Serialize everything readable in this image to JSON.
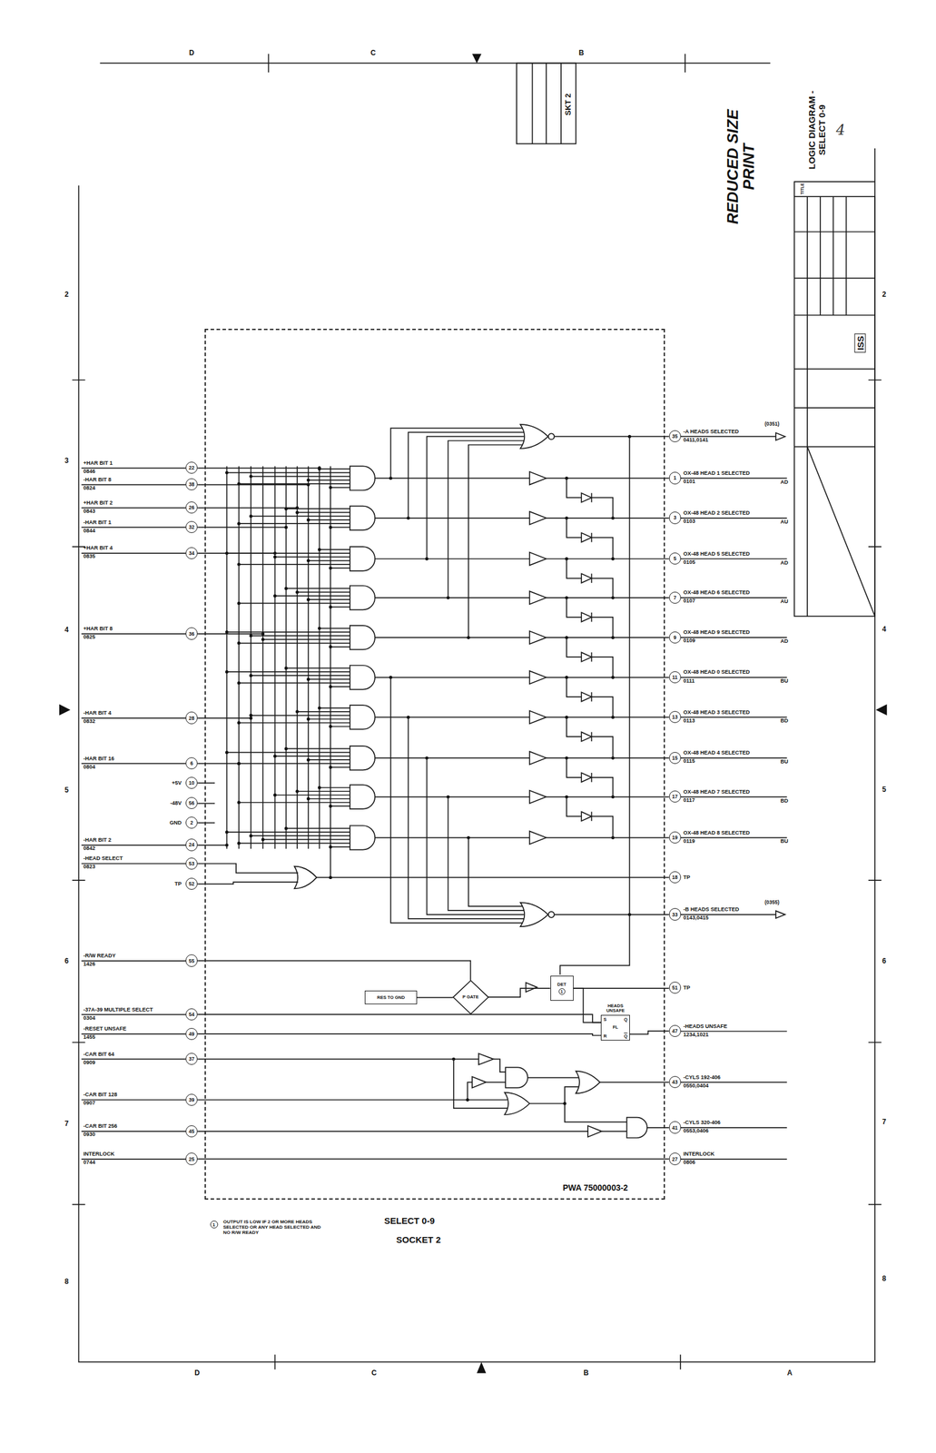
{
  "diagram": {
    "nodes": [
      {
        "text": [
          "PWA 75000003-2"
        ]
      },
      {
        "text": [
          "22"
        ]
      },
      {
        "text": [
          "38"
        ]
      },
      {
        "text": [
          "26"
        ]
      },
      {
        "text": [
          "32"
        ]
      },
      {
        "text": [
          "34"
        ]
      },
      {
        "text": [
          "36"
        ]
      },
      {
        "text": [
          "28"
        ]
      },
      {
        "text": [
          "6"
        ]
      },
      {
        "text": [
          "10"
        ]
      },
      {
        "text": [
          "56"
        ]
      },
      {
        "text": [
          "2"
        ]
      },
      {
        "text": [
          "24"
        ]
      },
      {
        "text": [
          "53"
        ]
      },
      {
        "text": [
          "52"
        ]
      },
      {
        "text": [
          "55"
        ]
      },
      {
        "text": [
          "54"
        ]
      },
      {
        "text": [
          "49"
        ]
      },
      {
        "text": [
          "37"
        ]
      },
      {
        "text": [
          "39"
        ]
      },
      {
        "text": [
          "45"
        ]
      },
      {
        "text": [
          "25"
        ]
      },
      {
        "text": [
          "35"
        ]
      },
      {
        "text": [
          "1"
        ]
      },
      {
        "text": [
          "3"
        ]
      },
      {
        "text": [
          "5"
        ]
      },
      {
        "text": [
          "7"
        ]
      },
      {
        "text": [
          "9"
        ]
      },
      {
        "text": [
          "11"
        ]
      },
      {
        "text": [
          "13"
        ]
      },
      {
        "text": [
          "15"
        ]
      },
      {
        "text": [
          "17"
        ]
      },
      {
        "text": [
          "19"
        ]
      },
      {
        "text": [
          "18"
        ]
      },
      {
        "text": [
          "33"
        ]
      },
      {
        "text": [
          "51"
        ]
      },
      {
        "text": [
          "47"
        ]
      },
      {
        "text": [
          "43"
        ]
      },
      {
        "text": [
          "41"
        ]
      },
      {
        "text": [
          "27"
        ]
      },
      {
        "text": [
          "RES TO GND"
        ],
        "in": 0
      },
      {
        "text": [
          "P GATE"
        ],
        "in": 0
      },
      {
        "text": [
          "DET",
          "1"
        ],
        "in": 0
      },
      {
        "text": [
          "HEADS UNSAFE",
          "S",
          "FL",
          "R",
          "Q",
          "Q"
        ],
        "in": 0
      }
    ],
    "edges": [
      {
        "from": 21,
        "to": 39,
        "arrow": "none"
      },
      {
        "from": 15,
        "to": 41,
        "arrow": "none"
      },
      {
        "from": 40,
        "to": 41,
        "arrow": "none"
      },
      {
        "from": 41,
        "to": 42,
        "arrow": "none"
      },
      {
        "from": 42,
        "to": 35,
        "arrow": "none"
      },
      {
        "from": 42,
        "to": 43,
        "arrow": "none"
      },
      {
        "from": 16,
        "to": 43,
        "arrow": "none"
      },
      {
        "from": 17,
        "to": 43,
        "arrow": "none"
      },
      {
        "from": 43,
        "to": 36,
        "arrow": "none"
      }
    ],
    "labels": [
      "+HAR BIT 1",
      "0846",
      "-HAR BIT 8",
      "0824",
      "+HAR BIT 2",
      "0843",
      "-HAR BIT 1",
      "0844",
      "+HAR BIT 4",
      "0835",
      "+HAR BIT 8",
      "0825",
      "-HAR BIT 4",
      "0832",
      "-HAR BIT 16",
      "0804",
      "+5V",
      "-48V",
      "GND",
      "-HAR BIT 2",
      "0842",
      "-HEAD SELECT",
      "0823",
      "TP",
      "-R/W READY",
      "1426",
      "-37A-39 MULTIPLE SELECT",
      "0304",
      "-RESET UNSAFE",
      "1455",
      "-CAR BIT 64",
      "0909",
      "-CAR BIT 128",
      "0907",
      "-CAR BIT 256",
      "0930",
      "INTERLOCK",
      "0744",
      "-A HEADS SELECTED",
      "0411,0141",
      "(0351)",
      "OX-48 HEAD 1 SELECTED",
      "0101",
      "AD",
      "OX-48 HEAD 2 SELECTED",
      "0103",
      "AU",
      "OX-48 HEAD 5 SELECTED",
      "0105",
      "AD",
      "OX-48 HEAD 6 SELECTED",
      "0107",
      "AU",
      "OX-48 HEAD 9 SELECTED",
      "0109",
      "AD",
      "OX-48 HEAD 0 SELECTED",
      "0111",
      "BU",
      "OX-48 HEAD 3 SELECTED",
      "0113",
      "BD",
      "OX-48 HEAD 4 SELECTED",
      "0115",
      "BU",
      "OX-48 HEAD 7 SELECTED",
      "0117",
      "BD",
      "OX-48 HEAD 8 SELECTED",
      "0119",
      "BU",
      "TP",
      "-B HEADS SELECTED",
      "0143,0415",
      "(0355)",
      "TP",
      "-HEADS UNSAFE",
      "1234,1021",
      "-CYLS 192-406",
      "0550,0404",
      "-CYLS 320-406",
      "0553,0406",
      "INTERLOCK",
      "0806",
      "1",
      "OUTPUT IS LOW IF 2 OR MORE HEADS SELECTED OR ANY HEAD SELECTED AND NO R/W READY",
      "SELECT 0-9",
      "SOCKET 2",
      "D",
      "C",
      "B",
      "D",
      "C",
      "B",
      "A",
      "2",
      "3",
      "4",
      "5",
      "6",
      "7",
      "8",
      "2",
      "4",
      "5",
      "6",
      "7",
      "8",
      "REDUCED SIZE PRINT",
      "SKT 2",
      "LOGIC DIAGRAM - SELECT 0-9",
      "ISS",
      "4",
      "TITLE"
    ]
  }
}
